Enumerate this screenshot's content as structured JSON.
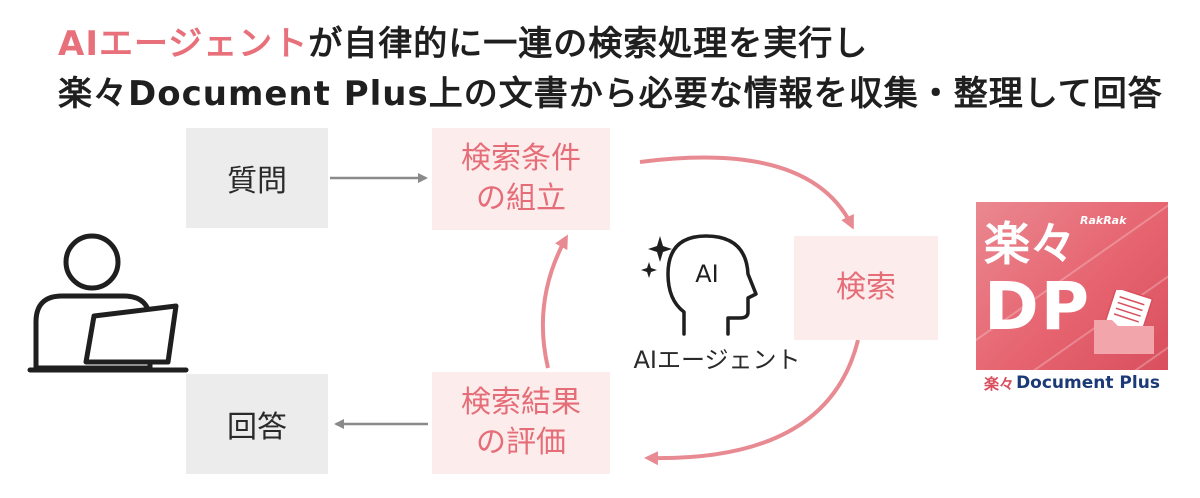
{
  "headline": {
    "line1_accent": "AIエージェント",
    "line1_rest": "が自律的に一連の検索処理を実行し",
    "line2": "楽々Document Plus上の文書から必要な情報を収集・整理して回答"
  },
  "diagram": {
    "question": "質問",
    "answer": "回答",
    "build_line1": "検索条件",
    "build_line2": "の組立",
    "search": "検索",
    "eval_line1": "検索結果",
    "eval_line2": "の評価",
    "agent_icon_text": "AI",
    "agent_label": "AIエージェント"
  },
  "logo": {
    "kanji": "楽々",
    "rakrak": "RakRak",
    "dp": "DP",
    "bottom_prefix": "楽々",
    "bottom_text": "Document Plus"
  },
  "colors": {
    "accent": "#e8707a",
    "pink_box": "#fdecec",
    "gray_box": "#ececec",
    "arrow_gray": "#8a8a8a",
    "cycle_arrow": "#e88a92"
  }
}
